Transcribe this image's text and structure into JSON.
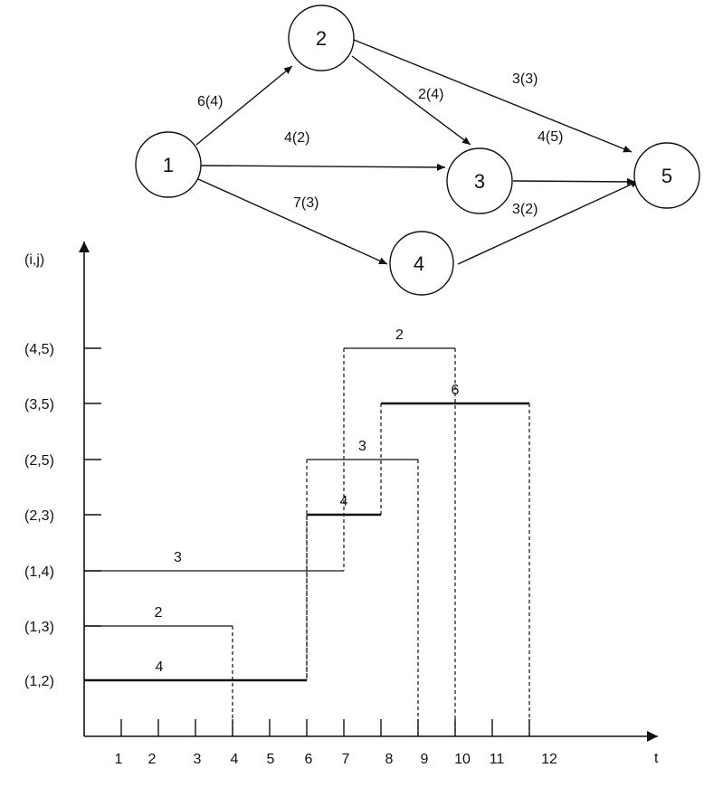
{
  "network": {
    "nodes": [
      "1",
      "2",
      "3",
      "4",
      "5"
    ],
    "edges": [
      {
        "from": "1",
        "to": "2",
        "label": "6(4)"
      },
      {
        "from": "1",
        "to": "3",
        "label": "4(2)"
      },
      {
        "from": "1",
        "to": "4",
        "label": "7(3)"
      },
      {
        "from": "2",
        "to": "3",
        "label": "2(4)"
      },
      {
        "from": "2",
        "to": "5",
        "label": "3(3)"
      },
      {
        "from": "3",
        "to": "5",
        "label": "4(5)"
      },
      {
        "from": "4",
        "to": "5",
        "label": "3(2)"
      }
    ]
  },
  "chart_data": {
    "type": "gantt",
    "ylabel": "(i,j)",
    "xlabel": "t",
    "x_ticks": [
      "1",
      "2",
      "3",
      "4",
      "5",
      "6",
      "7",
      "8",
      "9",
      "10",
      "11",
      "12"
    ],
    "rows": [
      "(1,2)",
      "(1,3)",
      "(1,4)",
      "(2,3)",
      "(2,5)",
      "(3,5)",
      "(4,5)"
    ],
    "bars": [
      {
        "row": "(1,2)",
        "start": 0,
        "end": 6,
        "label": "4",
        "critical": true
      },
      {
        "row": "(1,3)",
        "start": 0,
        "end": 4,
        "label": "2",
        "critical": false
      },
      {
        "row": "(1,4)",
        "start": 0,
        "end": 7,
        "label": "3",
        "critical": false
      },
      {
        "row": "(2,3)",
        "start": 6,
        "end": 8,
        "label": "4",
        "critical": true
      },
      {
        "row": "(2,5)",
        "start": 6,
        "end": 9,
        "label": "3",
        "critical": false
      },
      {
        "row": "(3,5)",
        "start": 8,
        "end": 12,
        "label": "6",
        "critical": true
      },
      {
        "row": "(4,5)",
        "start": 7,
        "end": 10,
        "label": "2",
        "critical": false
      }
    ]
  }
}
